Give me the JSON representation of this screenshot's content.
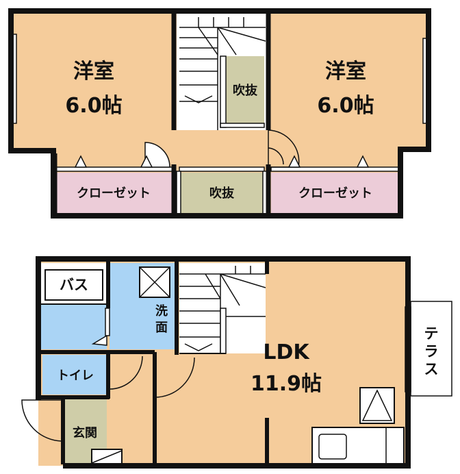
{
  "colors": {
    "room": "#f5cc9b",
    "closet": "#ecccd8",
    "void": "#cfcda8",
    "wet": "#aad4f5",
    "entrance": "#cfcda8",
    "wall": "#111111",
    "white": "#ffffff"
  },
  "upper_floor": {
    "room_left": {
      "name": "洋室",
      "size": "6.0帖"
    },
    "room_right": {
      "name": "洋室",
      "size": "6.0帖"
    },
    "void_top": "吹抜",
    "void_bottom": "吹抜",
    "closet_left": "クローゼット",
    "closet_right": "クローゼット"
  },
  "lower_floor": {
    "bath": "バス",
    "washroom": [
      "洗",
      "面"
    ],
    "toilet": "トイレ",
    "entrance": "玄関",
    "ldk": {
      "name": "LDK",
      "size": "11.9帖"
    },
    "terrace": [
      "テ",
      "ラ",
      "ス"
    ]
  }
}
